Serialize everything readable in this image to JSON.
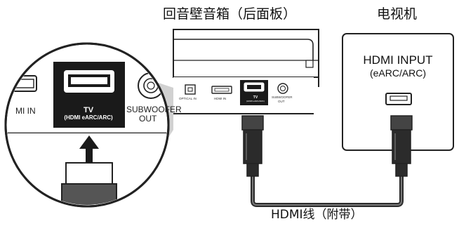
{
  "labels": {
    "soundbar_panel": "回音壁音箱（后面板）",
    "tv": "电视机",
    "cable": "HDMI线（附带）"
  },
  "tv_panel": {
    "input_label": "HDMI INPUT",
    "input_sub": "(eARC/ARC)"
  },
  "zoom": {
    "hdmi_in_label": "MI IN",
    "tv_port_label": "TV",
    "tv_port_sub": "(HDMI eARC/ARC)",
    "subwoofer_label": "SUBWOOFER",
    "subwoofer_out": "OUT"
  },
  "rear_panel": {
    "optical_in": "OPTICAL IN",
    "hdmi_in": "HDMI IN",
    "tv_label": "TV",
    "tv_sub": "(HDMI eARC/ARC)",
    "subwoofer_label": "SUBWOOFER",
    "subwoofer_out": "OUT"
  },
  "colors": {
    "panel_highlight": "#1a1a1a",
    "cable": "#2b2b2b",
    "cable_plug": "#555555",
    "magnifier_shade": "#9a9a9a"
  }
}
